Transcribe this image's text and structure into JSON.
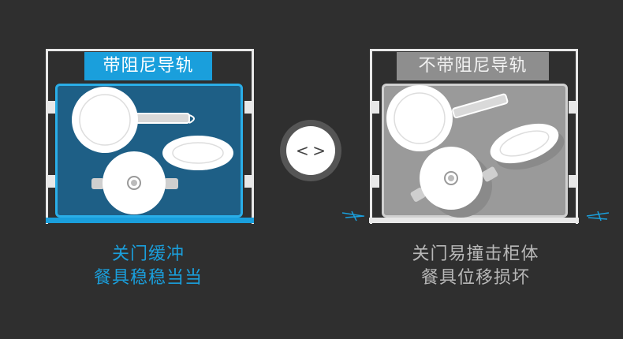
{
  "left_panel": {
    "title": "带阻尼导轨",
    "caption_line1": "关门缓冲",
    "caption_line2": "餐具稳稳当当"
  },
  "right_panel": {
    "title": "不带阻尼导轨",
    "caption_line1": "关门易撞击柜体",
    "caption_line2": "餐具位移损坏"
  },
  "compare_button": {
    "prev_glyph": "<",
    "next_glyph": ">"
  },
  "colors": {
    "accent_blue": "#1a9fdc",
    "drawer_blue": "#1e5f86",
    "gray_tab": "#8e8e8e",
    "background": "#2f2f2f"
  }
}
